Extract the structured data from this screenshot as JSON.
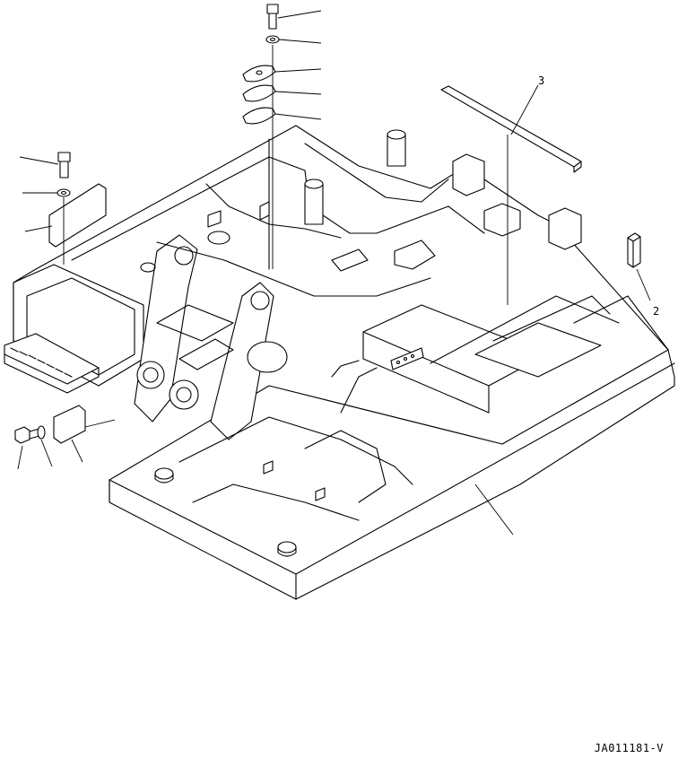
{
  "callouts": {
    "c2": "2",
    "c3": "3"
  },
  "drawing_code": "JA011181-V",
  "colors": {
    "line": "#000000",
    "background": "#ffffff"
  }
}
